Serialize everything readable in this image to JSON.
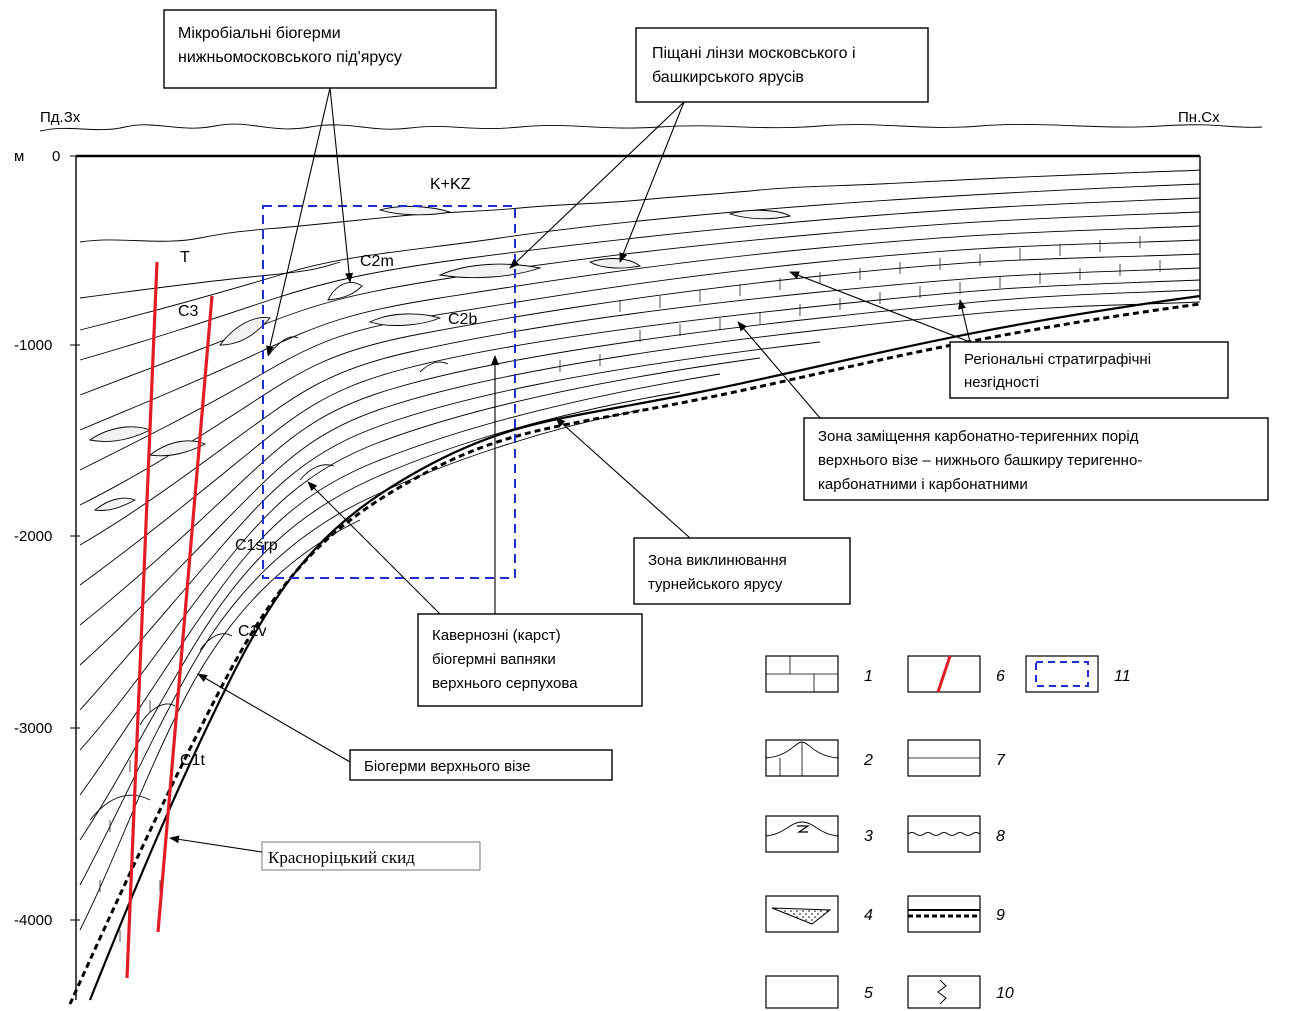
{
  "section": {
    "direction_left": "Пд.Зх",
    "direction_right": "Пн.Сх",
    "depth_unit": "м",
    "depth_ticks": [
      "0",
      "-1000",
      "-2000",
      "-3000",
      "-4000"
    ],
    "unit_labels": {
      "kkz": "K+KZ",
      "t": "T",
      "c3": "C3",
      "c2m": "C2m",
      "c2b": "C2b",
      "c1srp": "C1srp",
      "c1v": "C1v",
      "c1t": "C1t"
    }
  },
  "callouts": {
    "microbial_bioherms": [
      "Мікробіальні біогерми",
      "нижньомосковського під'ярусу"
    ],
    "sand_lenses": [
      "Піщані лінзи московського і",
      "башкирського ярусів"
    ],
    "regional_unconformities": [
      "Регіональні стратиграфічні",
      "незгідності"
    ],
    "replacement_zone": [
      "Зона заміщення карбонатно-теригенних порід",
      "верхнього візе – нижнього башкиру теригенно-",
      "карбонатними і карбонатними"
    ],
    "tournaisian_pinchout": [
      "Зона виклинювання",
      "турнейського ярусу"
    ],
    "karst_bioherms": [
      "Кавернозні (карст)",
      "біогермні вапняки",
      "верхнього серпухова"
    ],
    "visean_bioherms": [
      "Біогерми верхнього візе"
    ],
    "fault_name": [
      "Красноріцький скид"
    ]
  },
  "legend": {
    "items": [
      "1",
      "2",
      "3",
      "4",
      "5",
      "6",
      "7",
      "8",
      "9",
      "10",
      "11"
    ],
    "fault_color": "#e01c24",
    "study_area_color": "#1f2fcf"
  }
}
